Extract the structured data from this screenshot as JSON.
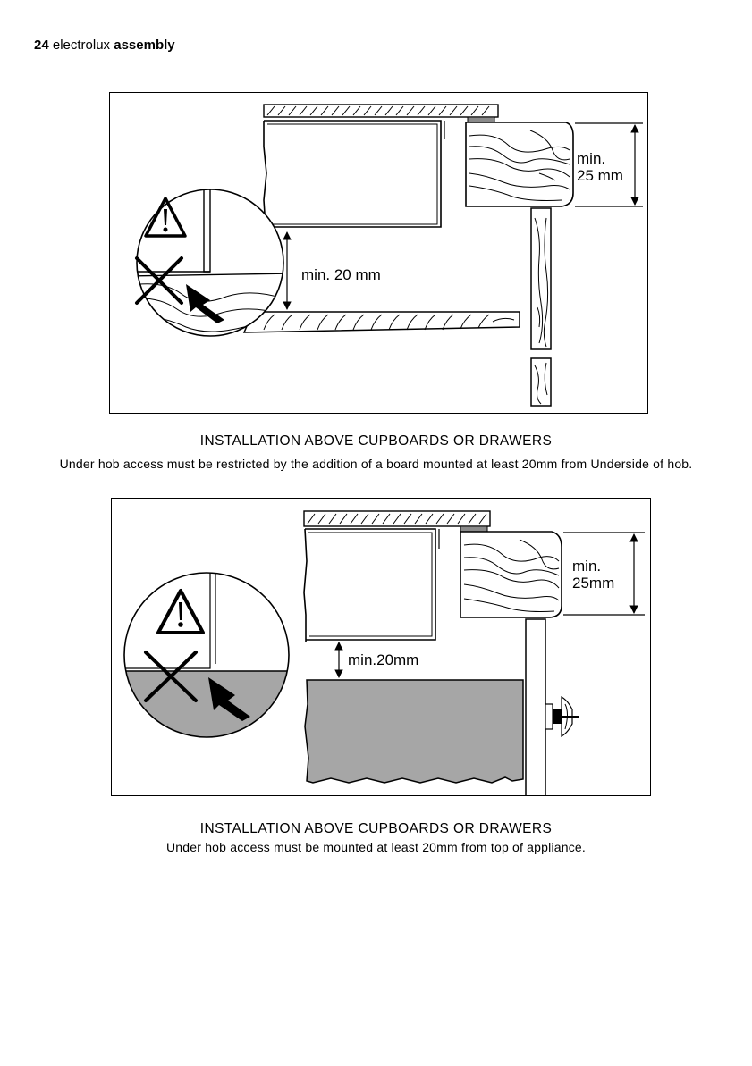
{
  "header": {
    "page_number": "24",
    "brand": "electrolux",
    "section": "assembly"
  },
  "figure1": {
    "dim_top_line1": "min.",
    "dim_top_line2": "25 mm",
    "dim_gap": "min. 20 mm"
  },
  "caption1": {
    "title": "INSTALLATION ABOVE CUPBOARDS OR DRAWERS",
    "text": "Under hob access must be restricted by the addition of a board mounted at least 20mm from Underside of hob."
  },
  "figure2": {
    "dim_top_line1": "min.",
    "dim_top_line2": "25mm",
    "dim_gap": "min.20mm"
  },
  "caption2": {
    "title": "INSTALLATION ABOVE CUPBOARDS OR DRAWERS",
    "text": "Under hob access must be mounted at least 20mm from top of appliance."
  },
  "colors": {
    "line": "#000000",
    "fill_grey": "#a6a6a6",
    "background": "#ffffff"
  },
  "icons": [
    "warning-triangle-icon",
    "prohibited-cross-icon",
    "arrow-icon"
  ]
}
